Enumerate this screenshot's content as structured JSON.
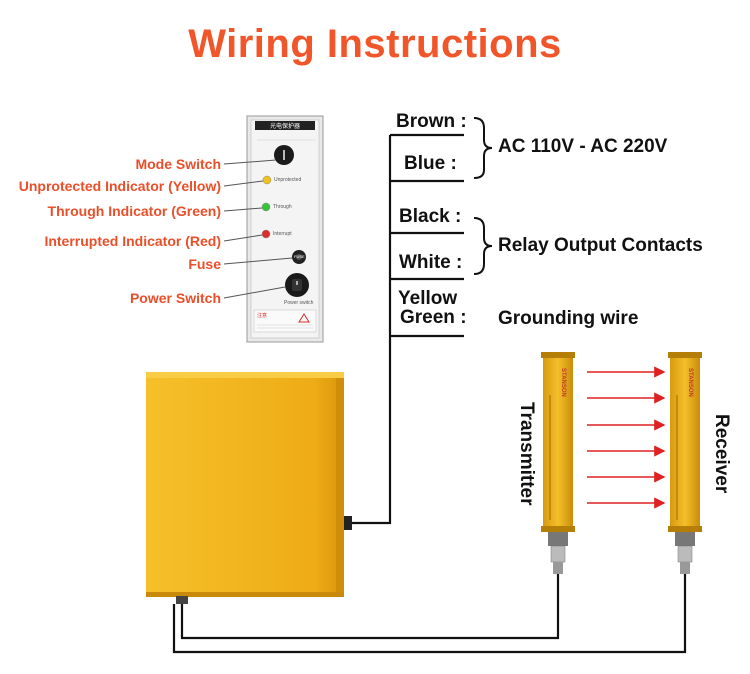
{
  "title": "Wiring Instructions",
  "panel": {
    "header": "光电保护器",
    "indicator_labels": [
      "Unprotected",
      "Through",
      "Interrupt"
    ],
    "fuse_text": "FUSE",
    "power_text": "Power switch",
    "warning_text": "注意"
  },
  "annotations": {
    "mode_switch": "Mode Switch",
    "unprotected": "Unprotected Indicator (Yellow)",
    "through": "Through Indicator (Green)",
    "interrupted": "Interrupted Indicator (Red)",
    "fuse": "Fuse",
    "power_switch": "Power Switch"
  },
  "wires": {
    "brown": "Brown :",
    "blue": "Blue   :",
    "black": "Black :",
    "white": "White :",
    "yellow": "Yellow",
    "green": "Green :"
  },
  "groups": {
    "ac": "AC 110V - AC 220V",
    "relay": "Relay Output Contacts",
    "ground": "Grounding wire"
  },
  "sensors": {
    "transmitter": "Transmitter",
    "receiver": "Receiver",
    "brand": "STANSON"
  },
  "colors": {
    "accent": "#f0562a",
    "box": "#f2b31c",
    "beam": "#e02020"
  }
}
